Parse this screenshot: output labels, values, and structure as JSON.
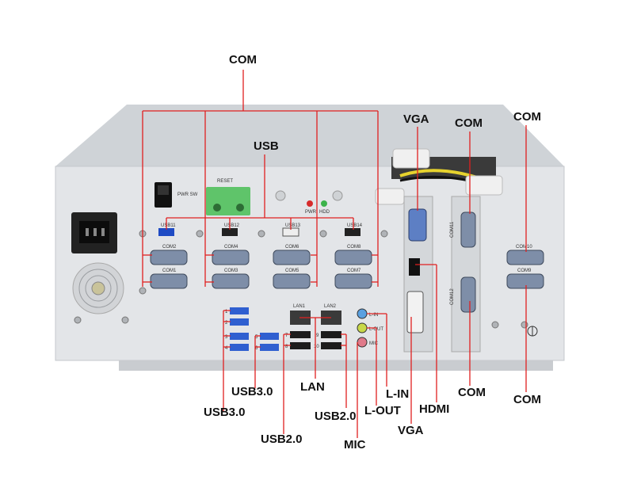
{
  "callouts": {
    "com_top": "COM",
    "usb_top": "USB",
    "vga_top": "VGA",
    "com_card_top": "COM",
    "com_right_top": "COM",
    "usb30_a": "USB3.0",
    "usb30_b": "USB3.0",
    "lan": "LAN",
    "usb20_a": "USB2.0",
    "usb20_b": "USB2.0",
    "mic": "MIC",
    "l_in": "L-IN",
    "l_out": "L-OUT",
    "vga_bottom": "VGA",
    "hdmi": "HDMI",
    "com_card_bottom": "COM",
    "com_right_bottom": "COM"
  },
  "panel_text": {
    "reset": "RESET",
    "pwr_sw": "PWR SW",
    "pwr_led": "PWR",
    "hdd_led": "HDD",
    "usb11": "USB11",
    "usb12": "USB12",
    "usb13": "USB13",
    "usb14": "USB14",
    "com1": "COM1",
    "com2": "COM2",
    "com3": "COM3",
    "com4": "COM4",
    "com5": "COM5",
    "com6": "COM6",
    "com7": "COM7",
    "com8": "COM8",
    "com9": "COM9",
    "com10": "COM10",
    "com11": "COM11",
    "com12": "COM12",
    "lan1": "LAN1",
    "lan2": "LAN2",
    "l_in_jack": "L-IN",
    "l_out_jack": "L-OUT",
    "mic_jack": "MIC",
    "usb_n": [
      "1",
      "2",
      "3",
      "4",
      "5",
      "6",
      "7",
      "8",
      "9",
      "10"
    ]
  },
  "colors": {
    "callout_line": "#e02020",
    "chassis": "#dfe1e4",
    "chassis_top": "#cfd2d6",
    "db9_blue": "#7e8ea8",
    "vga_blue": "#5d7fc4",
    "terminal_green": "#5fc46a",
    "usb3_blue": "#2f5fd0"
  }
}
